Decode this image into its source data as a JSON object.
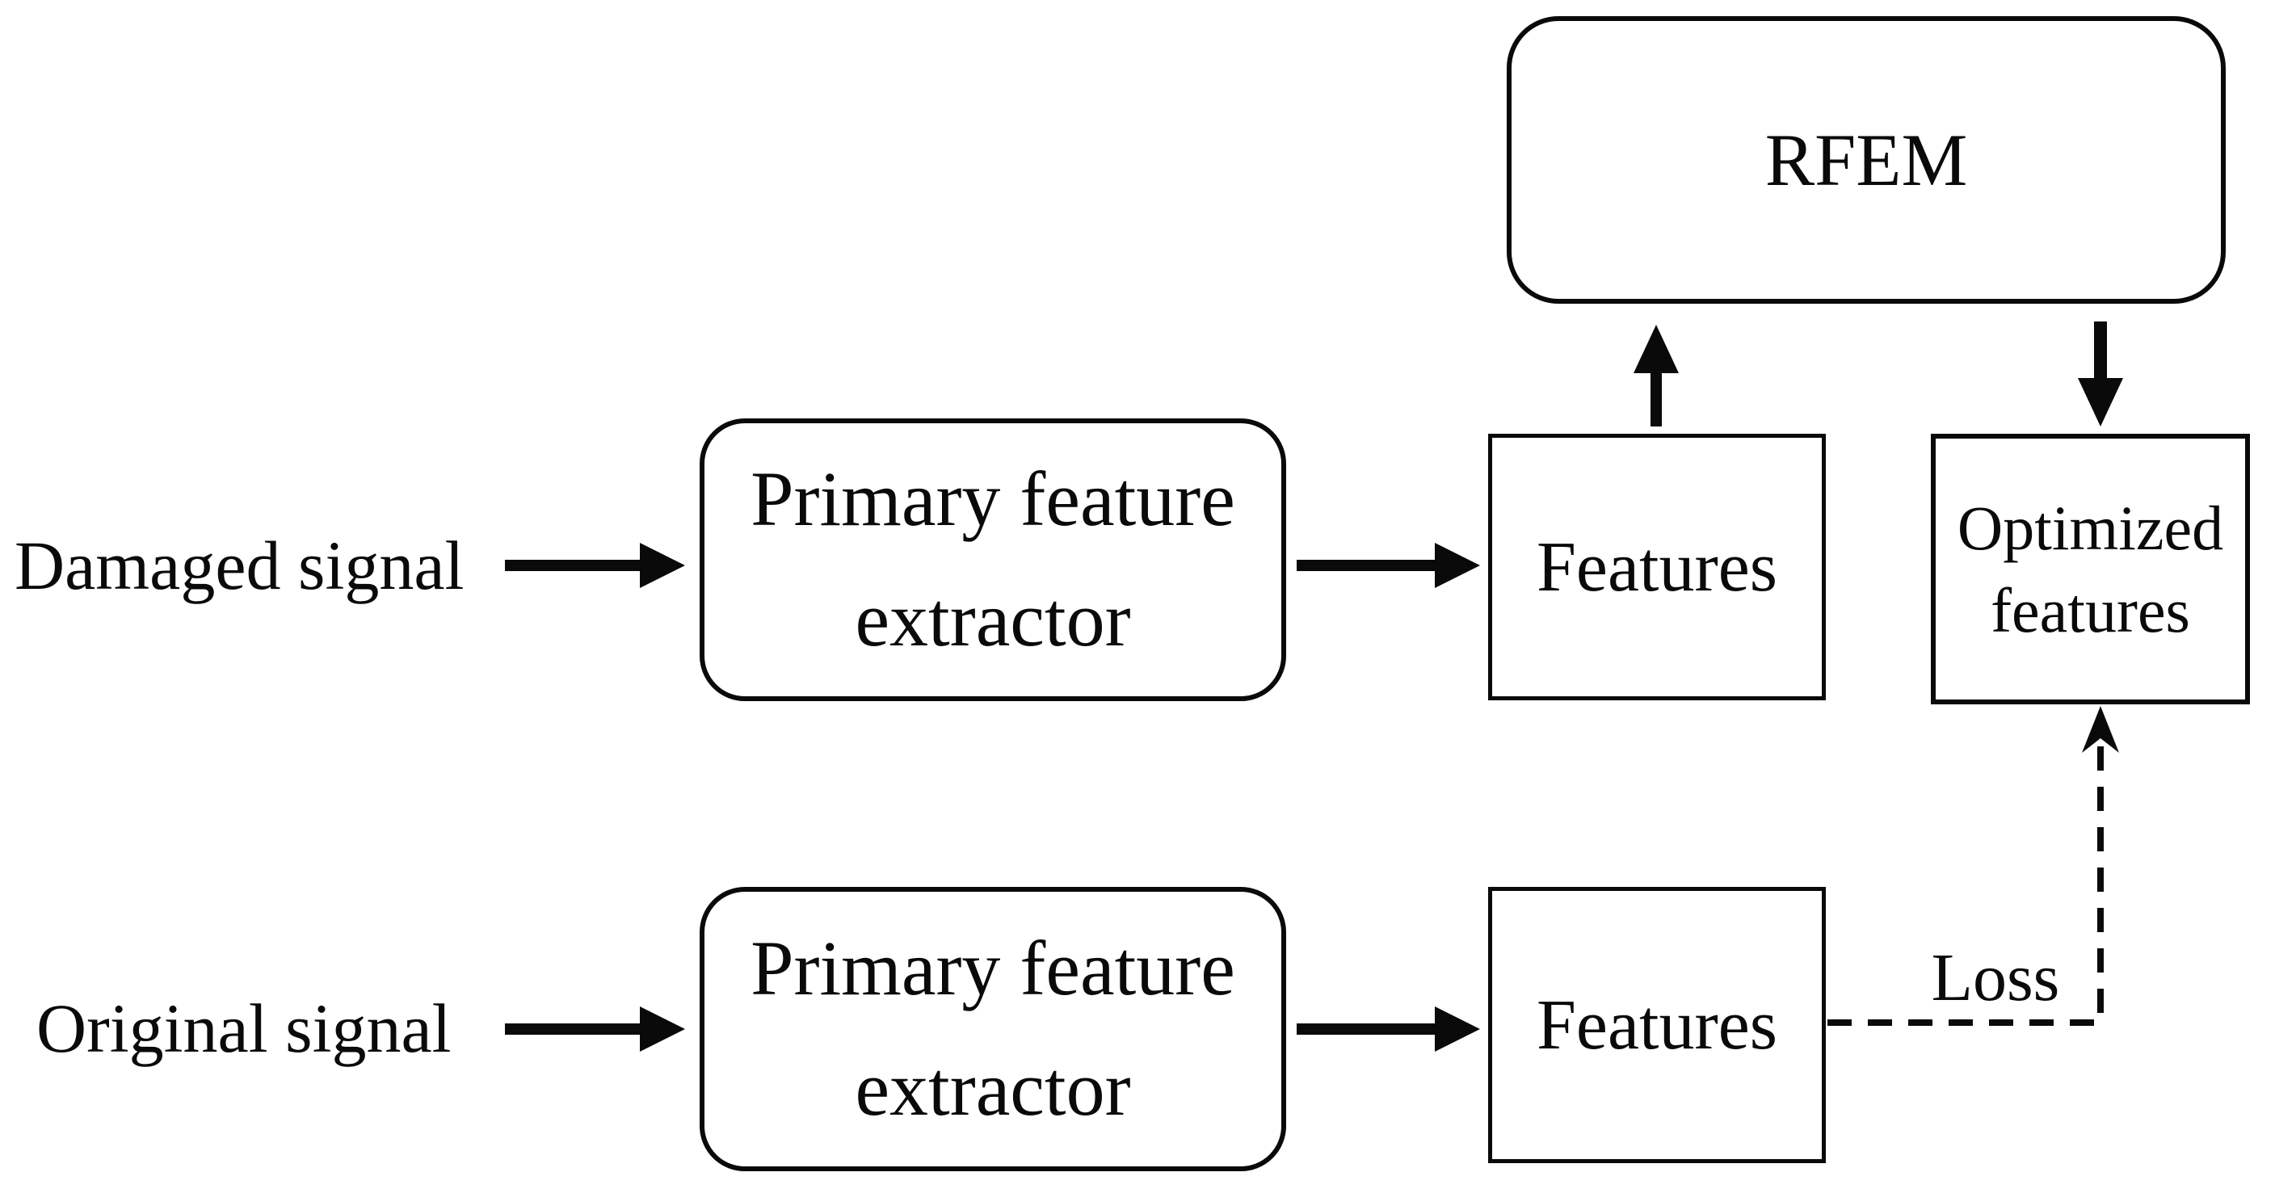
{
  "diagram": {
    "colors": {
      "background": "#ffffff",
      "line": "#0a0a0a",
      "text": "#0a0a0a"
    },
    "inputs": {
      "damaged": {
        "label": "Damaged signal"
      },
      "original": {
        "label": "Original signal"
      }
    },
    "nodes": {
      "rfem": {
        "label": "RFEM",
        "shape": "rounded-rectangle"
      },
      "extractor_top": {
        "label": "Primary feature extractor",
        "shape": "rounded-rectangle"
      },
      "extractor_bottom": {
        "label": "Primary feature extractor",
        "shape": "rounded-rectangle"
      },
      "features_top": {
        "label": "Features",
        "shape": "rectangle"
      },
      "features_bottom": {
        "label": "Features",
        "shape": "rectangle"
      },
      "optimized": {
        "label": "Optimized features",
        "shape": "rectangle"
      }
    },
    "edge_labels": {
      "loss": "Loss"
    }
  }
}
